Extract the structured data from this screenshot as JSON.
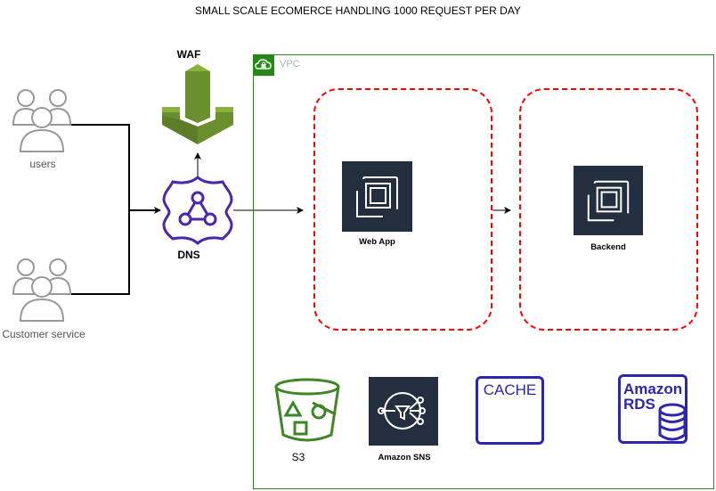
{
  "diagram": {
    "title": "SMALL SCALE ECOMERCE HANDLING 1000 REQUEST PER DAY",
    "nodes": {
      "users": "users",
      "customer_service": "Customer service",
      "waf": "WAF",
      "dns": "DNS",
      "vpc": "VPC",
      "web_app": "Web App",
      "backend": "Backend",
      "s3": "S3",
      "sns": "Amazon SNS",
      "cache": "CACHE",
      "rds_line1": "Amazon",
      "rds_line2": "RDS"
    },
    "edges": [
      {
        "from": "users",
        "to": "dns"
      },
      {
        "from": "customer_service",
        "to": "dns"
      },
      {
        "from": "dns",
        "to": "waf"
      },
      {
        "from": "dns",
        "to": "web_app"
      },
      {
        "from": "web_app",
        "to": "backend"
      }
    ],
    "colors": {
      "vpc_border": "#248814",
      "zone_border": "#ff0000",
      "ec2_bg": "#232f3e",
      "waf_green": "#6b8e2f",
      "dns_purple": "#4d27aa",
      "s3_green": "#3f8624",
      "db_blue": "#2e27ad",
      "user_gray": "#999999"
    }
  }
}
